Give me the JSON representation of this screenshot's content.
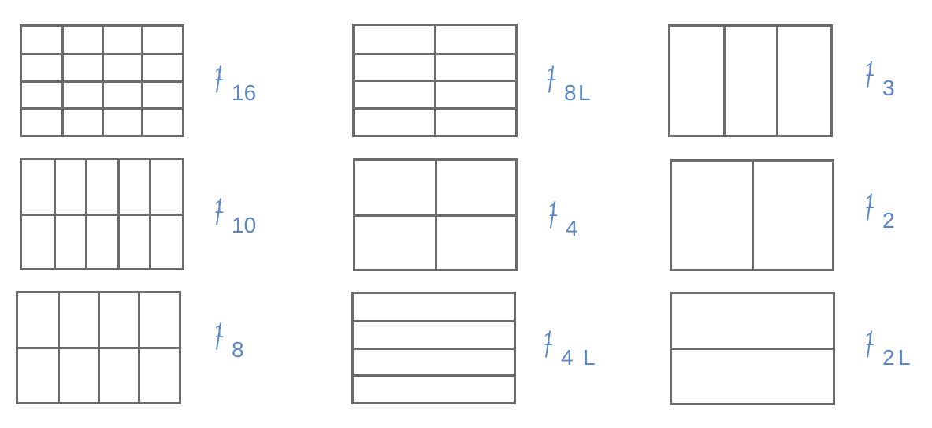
{
  "colors": {
    "pan_stroke": "#6b6b6b",
    "label": "#5a86c4",
    "background": "#ffffff"
  },
  "pans": [
    {
      "id": "1-16",
      "rows": 4,
      "cols": 4,
      "label": {
        "num": "1",
        "den": "16",
        "suffix": ""
      }
    },
    {
      "id": "1-8L",
      "rows": 4,
      "cols": 2,
      "label": {
        "num": "1",
        "den": "8",
        "suffix": "L"
      }
    },
    {
      "id": "1-3",
      "rows": 1,
      "cols": 3,
      "label": {
        "num": "1",
        "den": "3",
        "suffix": ""
      }
    },
    {
      "id": "1-10",
      "rows": 2,
      "cols": 5,
      "label": {
        "num": "1",
        "den": "10",
        "suffix": ""
      }
    },
    {
      "id": "1-4",
      "rows": 2,
      "cols": 2,
      "label": {
        "num": "1",
        "den": "4",
        "suffix": ""
      }
    },
    {
      "id": "1-2",
      "rows": 1,
      "cols": 2,
      "label": {
        "num": "1",
        "den": "2",
        "suffix": ""
      }
    },
    {
      "id": "1-8",
      "rows": 2,
      "cols": 4,
      "label": {
        "num": "1",
        "den": "8",
        "suffix": ""
      }
    },
    {
      "id": "1-4L",
      "rows": 4,
      "cols": 1,
      "label": {
        "num": "1",
        "den": "4",
        "suffix": "L"
      }
    },
    {
      "id": "1-2L",
      "rows": 2,
      "cols": 1,
      "label": {
        "num": "1",
        "den": "2",
        "suffix": "L"
      }
    }
  ]
}
